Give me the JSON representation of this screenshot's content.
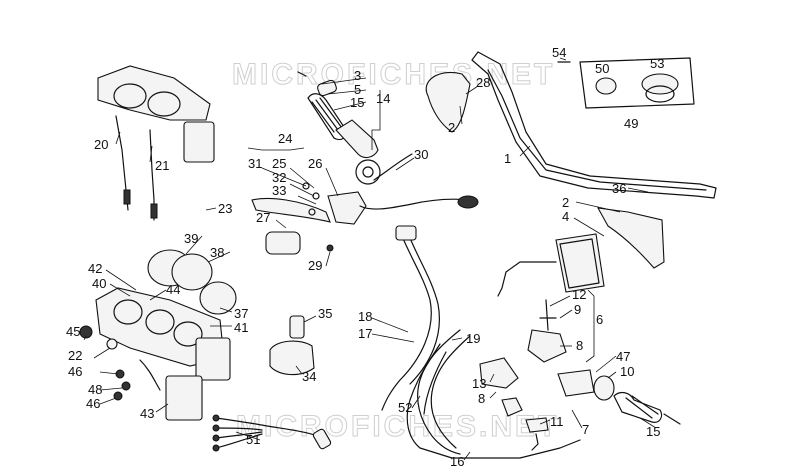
{
  "watermark": "MICROFICHES.NET",
  "callouts": [
    {
      "id": "c54",
      "text": "54"
    },
    {
      "id": "c50",
      "text": "50"
    },
    {
      "id": "c53",
      "text": "53"
    },
    {
      "id": "c49",
      "text": "49"
    },
    {
      "id": "c3",
      "text": "3"
    },
    {
      "id": "c5",
      "text": "5"
    },
    {
      "id": "c15a",
      "text": "15"
    },
    {
      "id": "c14",
      "text": "14"
    },
    {
      "id": "c28",
      "text": "28"
    },
    {
      "id": "c2a",
      "text": "2"
    },
    {
      "id": "c1",
      "text": "1"
    },
    {
      "id": "c20",
      "text": "20"
    },
    {
      "id": "c21",
      "text": "21"
    },
    {
      "id": "c24",
      "text": "24"
    },
    {
      "id": "c30",
      "text": "30"
    },
    {
      "id": "c31",
      "text": "31"
    },
    {
      "id": "c25",
      "text": "25"
    },
    {
      "id": "c26",
      "text": "26"
    },
    {
      "id": "c32",
      "text": "32"
    },
    {
      "id": "c33",
      "text": "33"
    },
    {
      "id": "c23",
      "text": "23"
    },
    {
      "id": "c27",
      "text": "27"
    },
    {
      "id": "c29",
      "text": "29"
    },
    {
      "id": "c36",
      "text": "36"
    },
    {
      "id": "c2b",
      "text": "2"
    },
    {
      "id": "c4",
      "text": "4"
    },
    {
      "id": "c39",
      "text": "39"
    },
    {
      "id": "c38",
      "text": "38"
    },
    {
      "id": "c42",
      "text": "42"
    },
    {
      "id": "c40",
      "text": "40"
    },
    {
      "id": "c44",
      "text": "44"
    },
    {
      "id": "c37",
      "text": "37"
    },
    {
      "id": "c41",
      "text": "41"
    },
    {
      "id": "c35",
      "text": "35"
    },
    {
      "id": "c34",
      "text": "34"
    },
    {
      "id": "c18",
      "text": "18"
    },
    {
      "id": "c17",
      "text": "17"
    },
    {
      "id": "c19",
      "text": "19"
    },
    {
      "id": "c12",
      "text": "12"
    },
    {
      "id": "c9",
      "text": "9"
    },
    {
      "id": "c6",
      "text": "6"
    },
    {
      "id": "c8a",
      "text": "8"
    },
    {
      "id": "c47",
      "text": "47"
    },
    {
      "id": "c10",
      "text": "10"
    },
    {
      "id": "c45",
      "text": "45"
    },
    {
      "id": "c22",
      "text": "22"
    },
    {
      "id": "c46a",
      "text": "46"
    },
    {
      "id": "c48",
      "text": "48"
    },
    {
      "id": "c46b",
      "text": "46"
    },
    {
      "id": "c43",
      "text": "43"
    },
    {
      "id": "c13",
      "text": "13"
    },
    {
      "id": "c8b",
      "text": "8"
    },
    {
      "id": "c52",
      "text": "52"
    },
    {
      "id": "c11",
      "text": "11"
    },
    {
      "id": "c7",
      "text": "7"
    },
    {
      "id": "c15b",
      "text": "15"
    },
    {
      "id": "c51",
      "text": "51"
    },
    {
      "id": "c16",
      "text": "16"
    }
  ]
}
